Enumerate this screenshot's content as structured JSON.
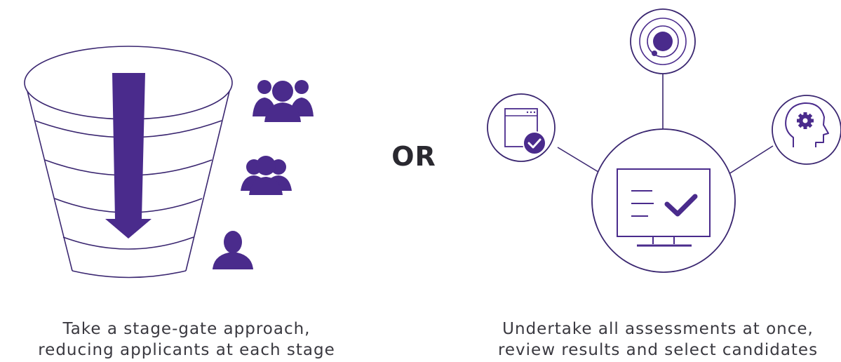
{
  "divider": {
    "label": "OR"
  },
  "left_option": {
    "caption_lines": [
      "Take a stage-gate approach,",
      "reducing applicants at each stage"
    ],
    "icons": [
      "funnel-icon",
      "down-arrow-icon",
      "people-group-large-icon",
      "people-group-medium-icon",
      "person-icon"
    ]
  },
  "right_option": {
    "caption_lines": [
      "Undertake all assessments at once,",
      "review results and select candidates"
    ],
    "icons": [
      "monitor-checklist-icon",
      "target-icon",
      "browser-check-icon",
      "head-gear-icon"
    ]
  },
  "colors": {
    "accent": "#4a2b8c",
    "line": "#3a2670",
    "text": "#3a3940"
  }
}
